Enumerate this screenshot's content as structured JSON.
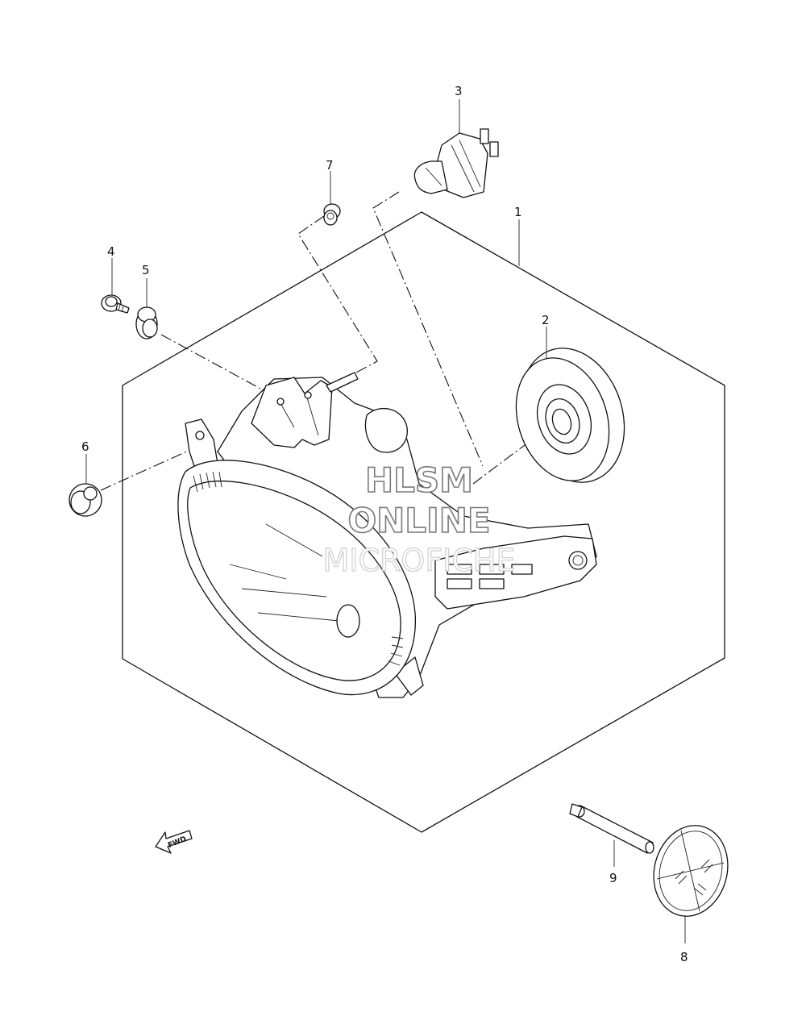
{
  "callouts": [
    {
      "id": "1",
      "label": "1"
    },
    {
      "id": "2",
      "label": "2"
    },
    {
      "id": "3",
      "label": "3"
    },
    {
      "id": "4",
      "label": "4"
    },
    {
      "id": "5",
      "label": "5"
    },
    {
      "id": "6",
      "label": "6"
    },
    {
      "id": "7",
      "label": "7"
    },
    {
      "id": "8",
      "label": "8"
    },
    {
      "id": "9",
      "label": "9"
    }
  ],
  "watermark": {
    "line1": "HLSM",
    "line2": "ONLINE",
    "line3": "MICROFICHE"
  },
  "direction_arrow": {
    "label": "FWD",
    "icon": "fwd-arrow-icon"
  }
}
